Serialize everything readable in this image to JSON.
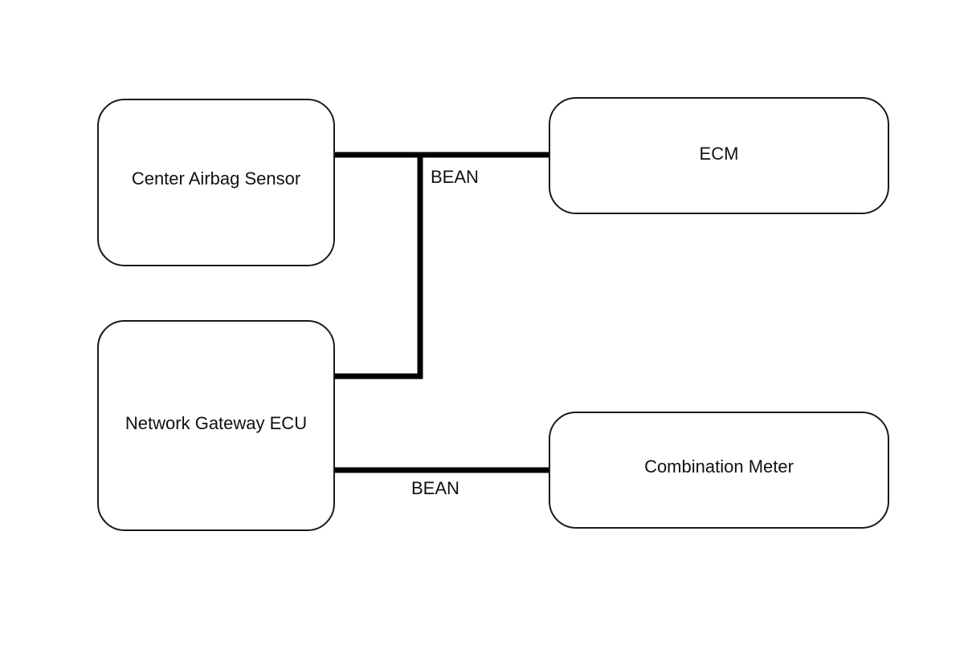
{
  "nodes": {
    "center_airbag_sensor": "Center Airbag Sensor",
    "network_gateway_ecu": "Network Gateway ECU",
    "ecm": "ECM",
    "combination_meter": "Combination Meter"
  },
  "connections": [
    {
      "label": "BEAN",
      "members": [
        "Center Airbag Sensor",
        "ECM",
        "Network Gateway ECU"
      ]
    },
    {
      "label": "BEAN",
      "members": [
        "Network Gateway ECU",
        "Combination Meter"
      ]
    }
  ],
  "colors": {
    "line": "#000000",
    "border": "#1a1a1a",
    "background": "#ffffff"
  }
}
